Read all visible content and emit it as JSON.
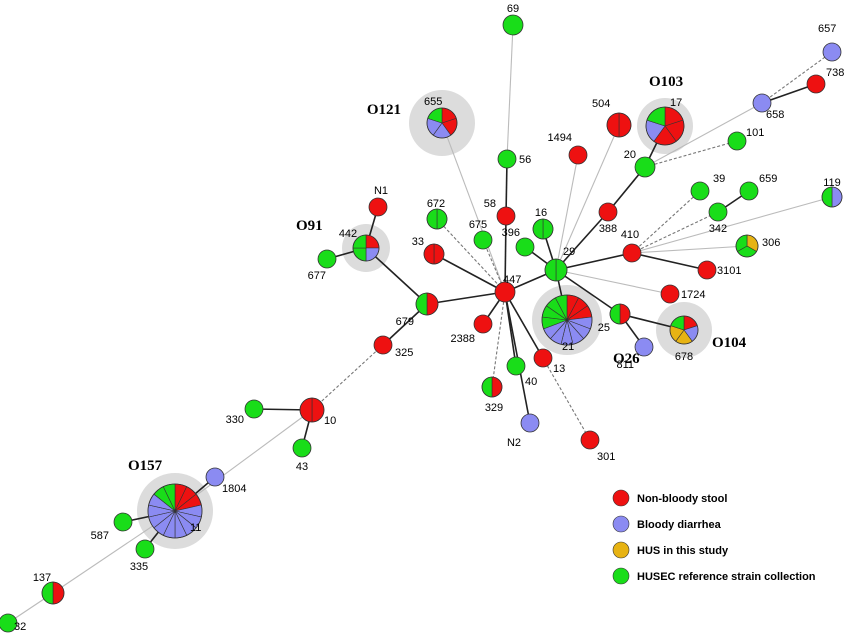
{
  "colors": {
    "nonbloody": "#ee1111",
    "bloody": "#8b8bf2",
    "hus": "#e7b313",
    "husec": "#19dd19",
    "halo": "#dcdcdc",
    "edge_strong": "#222222",
    "edge_light": "#bbbbbb",
    "edge_dashed": "#777777"
  },
  "group_labels": [
    "O121",
    "O103",
    "O91",
    "O26",
    "O104",
    "O157"
  ],
  "legend": [
    {
      "key": "nonbloody",
      "label": "Non-bloody stool"
    },
    {
      "key": "bloody",
      "label": "Bloody diarrhea"
    },
    {
      "key": "hus",
      "label": "HUS in this study"
    },
    {
      "key": "husec",
      "label": "HUSEC reference strain collection"
    }
  ],
  "nodes": [
    {
      "id": "69",
      "label": "69"
    },
    {
      "id": "657",
      "label": "657"
    },
    {
      "id": "738",
      "label": "738"
    },
    {
      "id": "658",
      "label": "658"
    },
    {
      "id": "655",
      "label": "655"
    },
    {
      "id": "504",
      "label": "504"
    },
    {
      "id": "17",
      "label": "17"
    },
    {
      "id": "1494",
      "label": "1494"
    },
    {
      "id": "101",
      "label": "101"
    },
    {
      "id": "56",
      "label": "56"
    },
    {
      "id": "20",
      "label": "20"
    },
    {
      "id": "N1",
      "label": "N1"
    },
    {
      "id": "39",
      "label": "39"
    },
    {
      "id": "659",
      "label": "659"
    },
    {
      "id": "119",
      "label": "119"
    },
    {
      "id": "58",
      "label": "58"
    },
    {
      "id": "388",
      "label": "388"
    },
    {
      "id": "672",
      "label": "672"
    },
    {
      "id": "342",
      "label": "342"
    },
    {
      "id": "442",
      "label": "442"
    },
    {
      "id": "16",
      "label": "16"
    },
    {
      "id": "675",
      "label": "675"
    },
    {
      "id": "396",
      "label": "396"
    },
    {
      "id": "410",
      "label": "410"
    },
    {
      "id": "33",
      "label": "33"
    },
    {
      "id": "29",
      "label": "29"
    },
    {
      "id": "306",
      "label": "306"
    },
    {
      "id": "677",
      "label": "677"
    },
    {
      "id": "447",
      "label": "447"
    },
    {
      "id": "3101",
      "label": "3101"
    },
    {
      "id": "1724",
      "label": "1724"
    },
    {
      "id": "679",
      "label": "679"
    },
    {
      "id": "2388",
      "label": "2388"
    },
    {
      "id": "21",
      "label": "21"
    },
    {
      "id": "25",
      "label": "25"
    },
    {
      "id": "678",
      "label": "678"
    },
    {
      "id": "325",
      "label": "325"
    },
    {
      "id": "13",
      "label": "13"
    },
    {
      "id": "811",
      "label": "811"
    },
    {
      "id": "40",
      "label": "40"
    },
    {
      "id": "329",
      "label": "329"
    },
    {
      "id": "330",
      "label": "330"
    },
    {
      "id": "10",
      "label": "10"
    },
    {
      "id": "N2",
      "label": "N2"
    },
    {
      "id": "301",
      "label": "301"
    },
    {
      "id": "43",
      "label": "43"
    },
    {
      "id": "1804",
      "label": "1804"
    },
    {
      "id": "11",
      "label": "11"
    },
    {
      "id": "587",
      "label": "587"
    },
    {
      "id": "335",
      "label": "335"
    },
    {
      "id": "137",
      "label": "137"
    },
    {
      "id": "32",
      "label": "32"
    }
  ]
}
